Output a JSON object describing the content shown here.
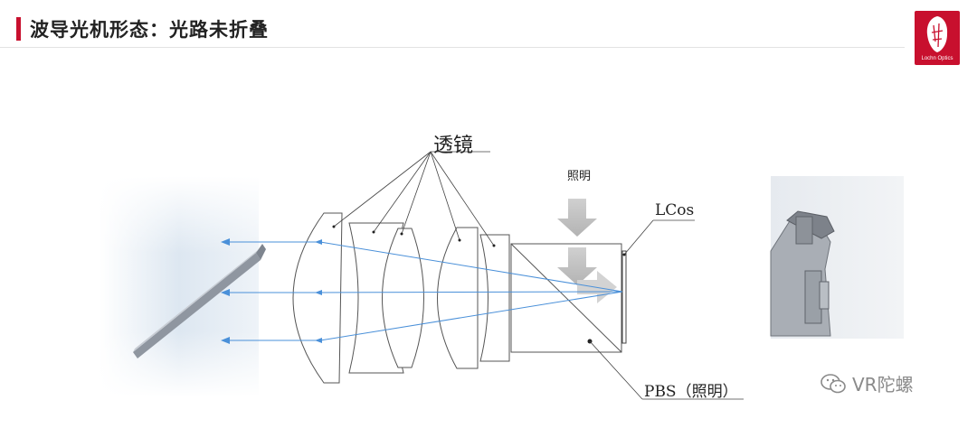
{
  "header": {
    "title": "波导光机形态：光路未折叠",
    "logo_text": "Lochn Optics",
    "accent_color": "#c8102e"
  },
  "diagram": {
    "lens_label": "透镜",
    "illumination_label": "照明",
    "lcos_label": "LCos",
    "pbs_label": "PBS（照明）",
    "ray_color": "#4a90d9"
  },
  "watermark": {
    "icon": "wechat-icon",
    "text": "VR陀螺"
  }
}
